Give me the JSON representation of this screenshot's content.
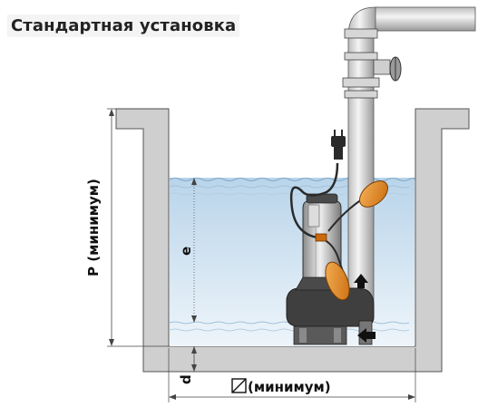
{
  "title": "Стандартная установка",
  "labels": {
    "p_min": "P (минимум)",
    "e": "e",
    "d": "d",
    "width_min": "(минимум)"
  },
  "colors": {
    "wall": "#c9c9c9",
    "wall_stroke": "#555555",
    "water_top": "#b9d4ea",
    "water_bottom": "#e8f1f8",
    "pipe": "#eaeaea",
    "float": "#e58a1f",
    "pump_dark": "#3c3c3c"
  },
  "icons": {
    "flow_up": "arrow-up-icon",
    "flow_in": "arrow-left-icon",
    "width_symbol": "diameter-square-icon",
    "valve": "valve-wheel-icon",
    "plug": "power-plug-icon"
  }
}
